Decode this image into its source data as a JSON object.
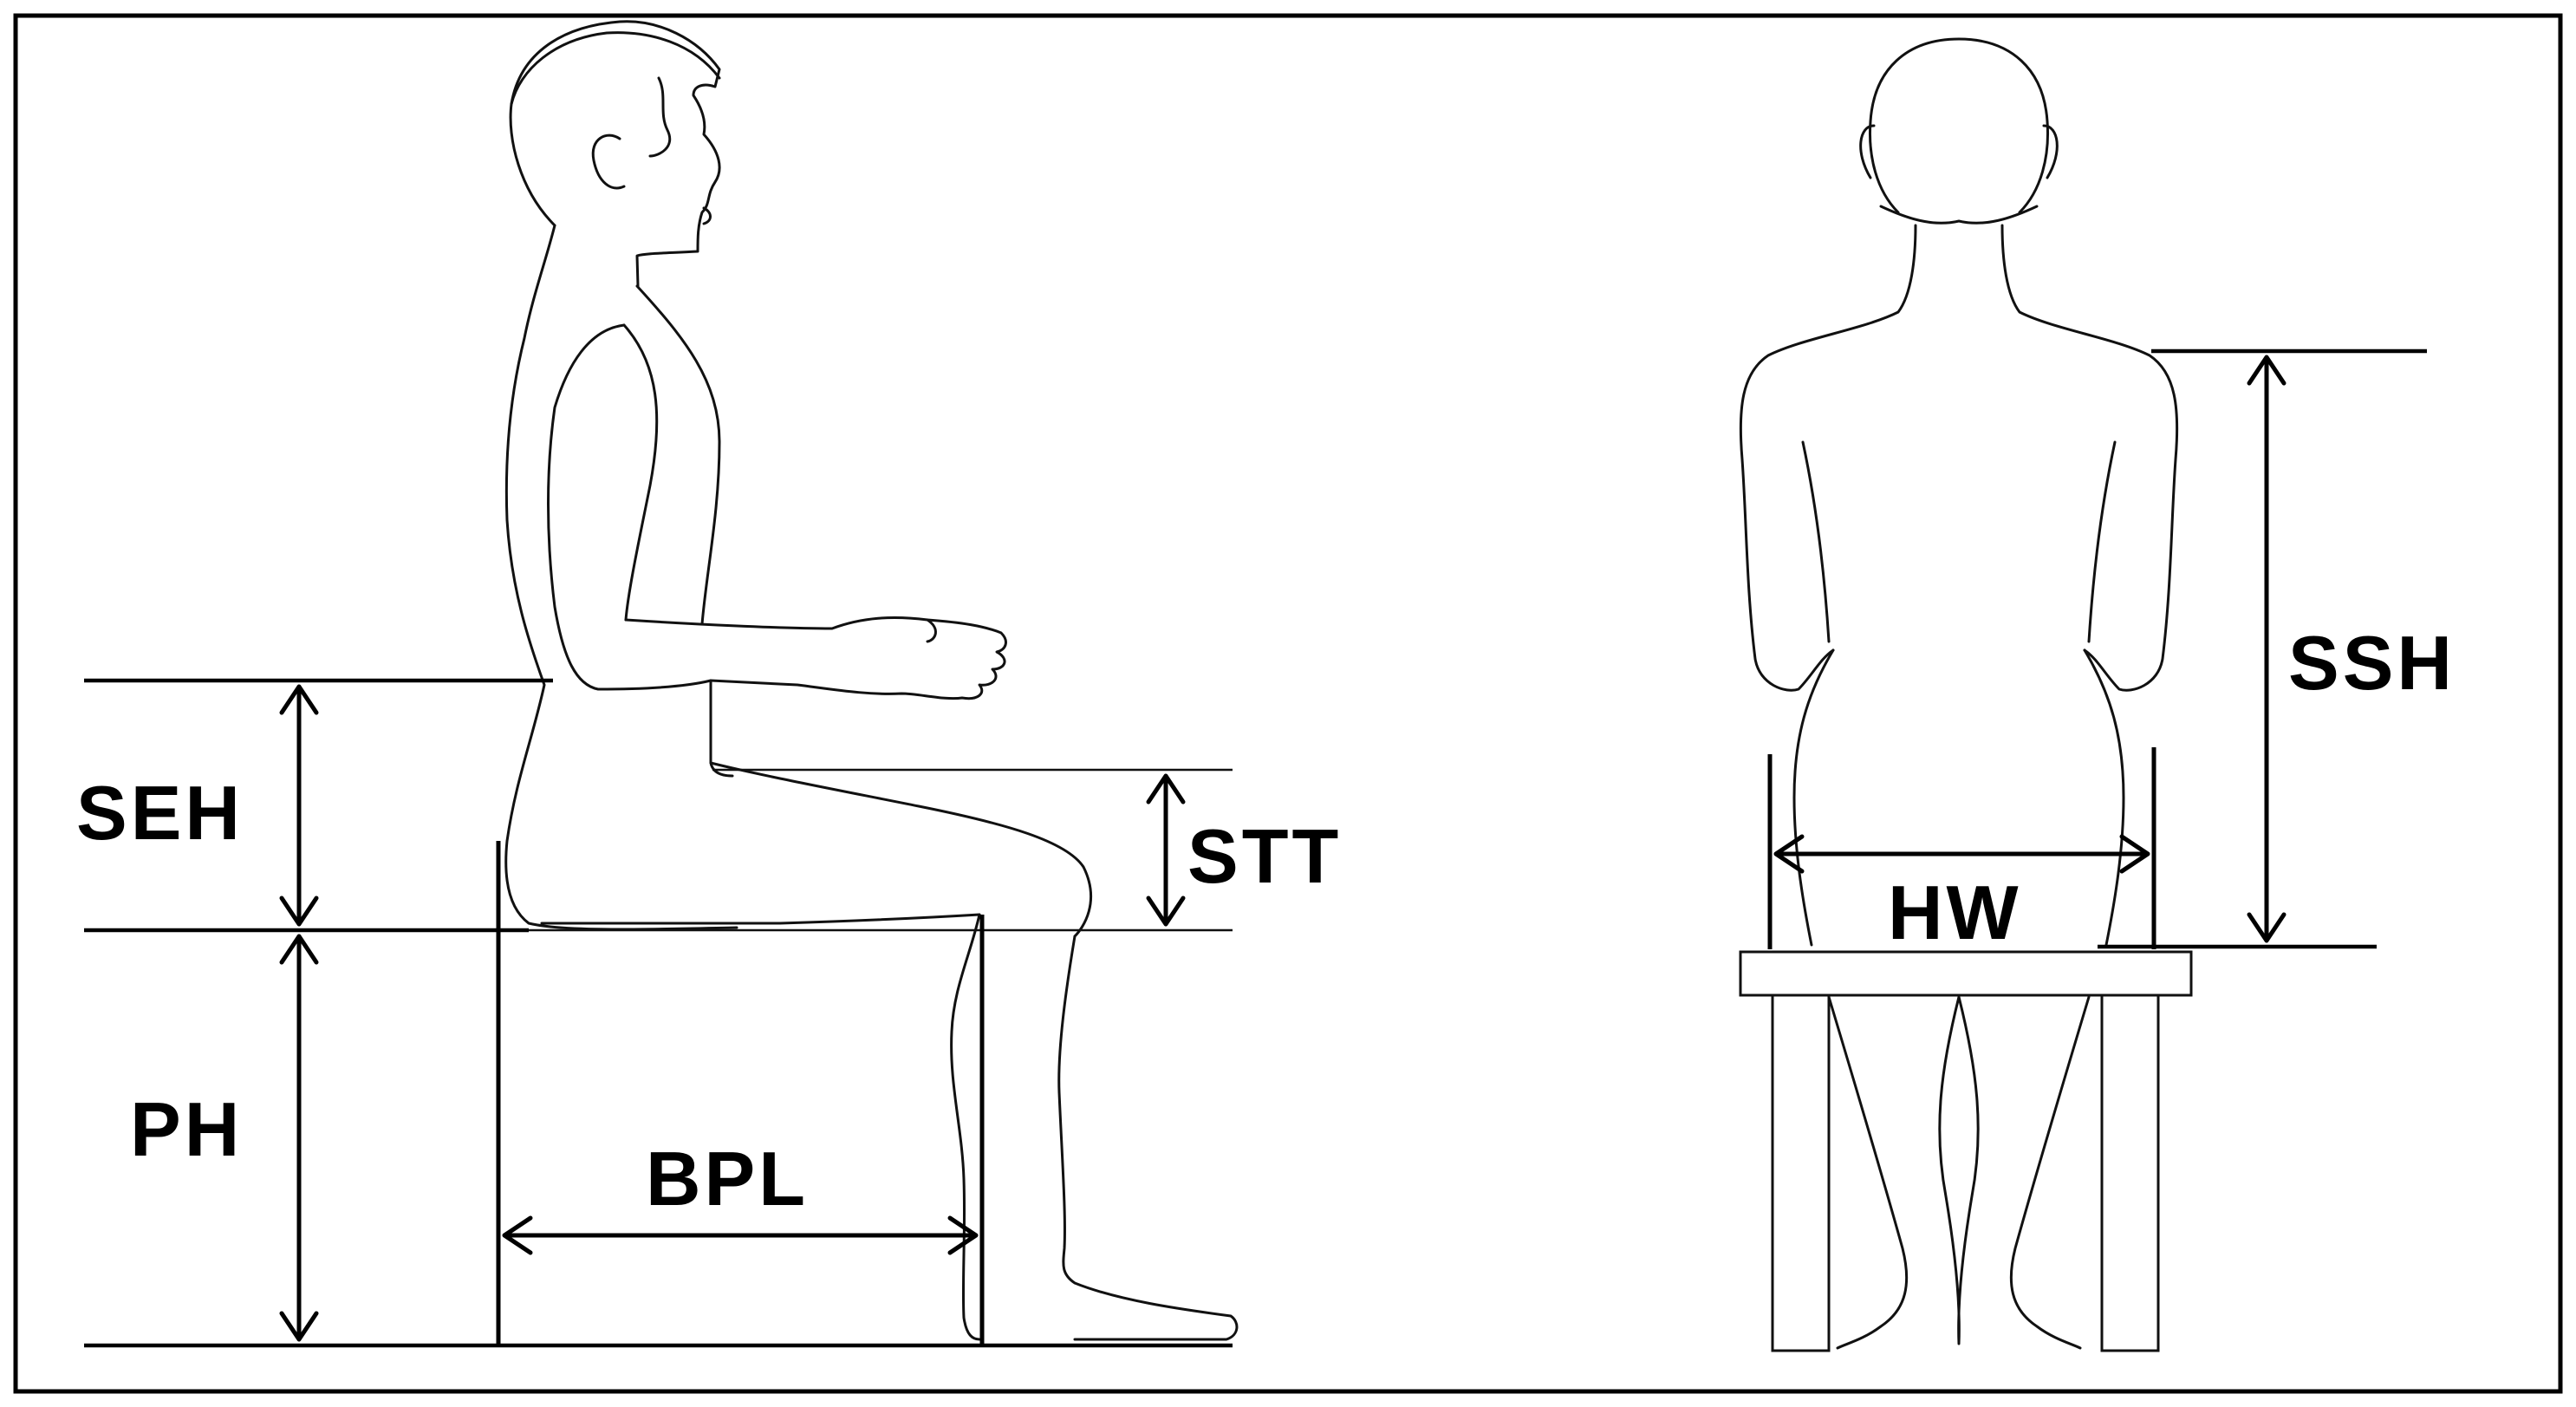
{
  "figure": {
    "side_view": {
      "labels": {
        "seh": "SEH",
        "stt": "STT",
        "ph": "PH",
        "bpl": "BPL"
      }
    },
    "back_view": {
      "labels": {
        "ssh": "SSH",
        "hw": "HW"
      }
    }
  },
  "colors": {
    "line": "#000000",
    "background": "#ffffff"
  }
}
